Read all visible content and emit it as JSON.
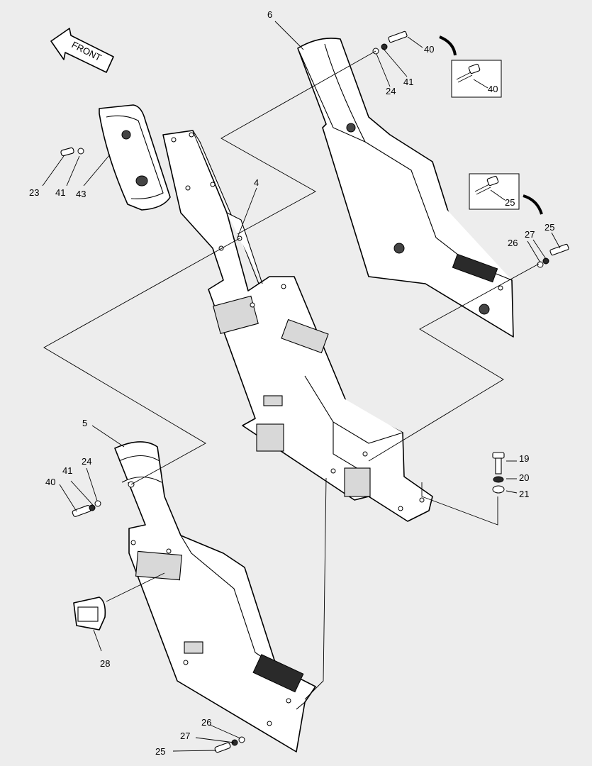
{
  "front_label": "FRONT",
  "callouts": {
    "c6": "6",
    "c40_top": "40",
    "c41_top": "41",
    "c24_top": "24",
    "c40_box": "40",
    "c25_box": "25",
    "c23": "23",
    "c41_left": "41",
    "c43": "43",
    "c4": "4",
    "c27_right": "27",
    "c25_right": "25",
    "c26_right": "26",
    "c19": "19",
    "c20": "20",
    "c21": "21",
    "c5": "5",
    "c41_mid": "41",
    "c24_mid": "24",
    "c40_mid": "40",
    "c28": "28",
    "c26_bot": "26",
    "c27_bot": "27",
    "c25_bot": "25"
  }
}
